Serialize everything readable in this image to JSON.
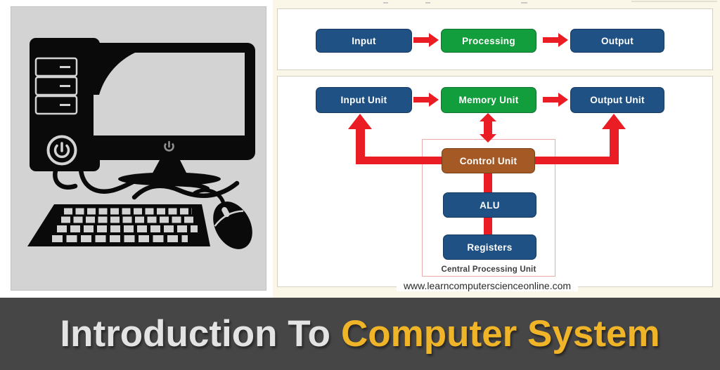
{
  "banner": {
    "prefix": "Introduction To",
    "highlight": "Computer System",
    "background": "#464646",
    "prefix_color": "#e3e3e3",
    "highlight_color": "#f0b429"
  },
  "flow": {
    "top": [
      {
        "label": "Input",
        "color": "#1f5184"
      },
      {
        "label": "Processing",
        "color": "#129e3c"
      },
      {
        "label": "Output",
        "color": "#1f5184"
      }
    ],
    "units": [
      {
        "label": "Input Unit",
        "color": "#1f5184"
      },
      {
        "label": "Memory Unit",
        "color": "#129e3c"
      },
      {
        "label": "Output Unit",
        "color": "#1f5184"
      }
    ]
  },
  "cpu": {
    "control_unit": "Control Unit",
    "alu": "ALU",
    "registers": "Registers",
    "caption": "Central Processing Unit",
    "control_color": "#a55a25",
    "box_color": "#1f5184",
    "outline_color": "#f2abab"
  },
  "footer": {
    "website": "www.learncomputerscienceonline.com"
  },
  "palette": {
    "arrow_red": "#ea1c24",
    "panel_bg": "#faf6e8",
    "illustration_bg": "#d3d3d3"
  },
  "illustration": {
    "alt": "black desktop computer clipart: tower, monitor, keyboard, mouse"
  }
}
